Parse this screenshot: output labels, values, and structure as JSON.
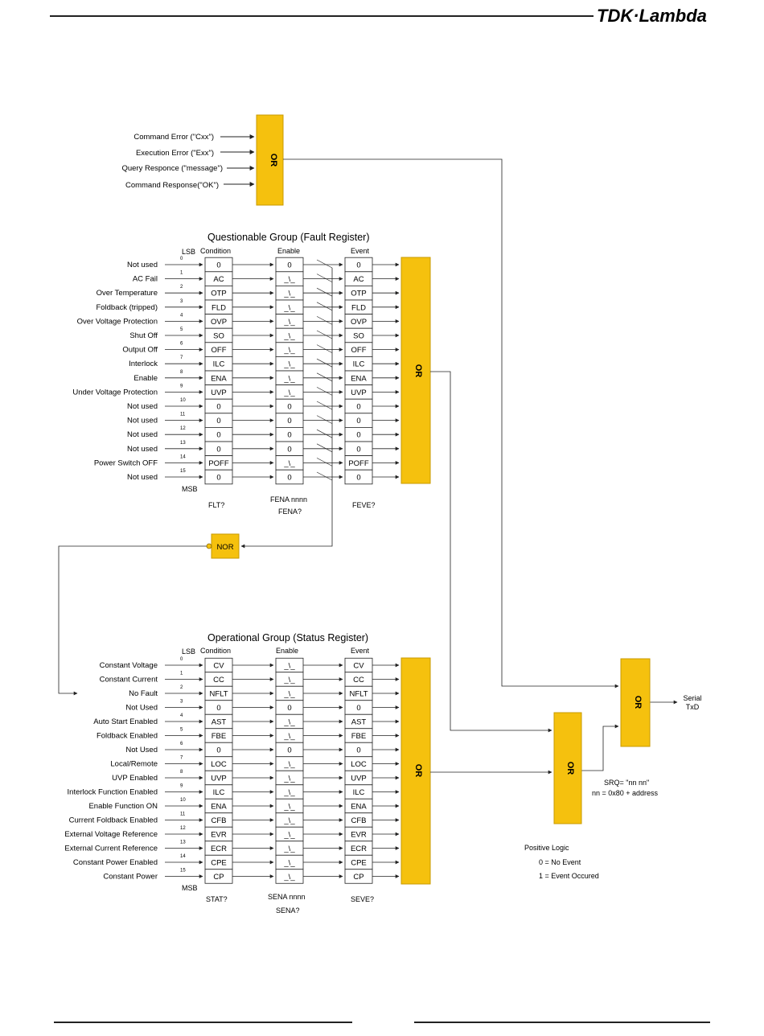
{
  "brand": {
    "logo_text": "TDK·Lambda"
  },
  "top_section": {
    "inputs": [
      "Command Error  (\"Cxx\")",
      "Execution Error (\"Exx\")",
      "Query Responce (\"message\")",
      "Command Response(\"OK\")"
    ],
    "gate_label": "OR"
  },
  "questionable": {
    "title": "Questionable Group (Fault Register)",
    "lsb": "LSB",
    "msb": "MSB",
    "col_condition": "Condition",
    "col_enable": "Enable",
    "col_event": "Event",
    "bits": [
      "0",
      "1",
      "2",
      "3",
      "4",
      "5",
      "6",
      "7",
      "8",
      "9",
      "10",
      "11",
      "12",
      "13",
      "14",
      "15"
    ],
    "inputs": [
      "Not used",
      "AC Fail",
      "Over Temperature",
      "Foldback (tripped)",
      "Over Voltage Protection",
      "Shut Off",
      "Output Off",
      "Interlock",
      "Enable",
      "Under Voltage Protection",
      "Not used",
      "Not used",
      "Not used",
      "Not used",
      "Power Switch OFF",
      "Not used"
    ],
    "condition": [
      "0",
      "AC",
      "OTP",
      "FLD",
      "OVP",
      "SO",
      "OFF",
      "ILC",
      "ENA",
      "UVP",
      "0",
      "0",
      "0",
      "0",
      "POFF",
      "0"
    ],
    "enable": [
      "0",
      "_\\_",
      "_\\_",
      "_\\_",
      "_\\_",
      "_\\_",
      "_\\_",
      "_\\_",
      "_\\_",
      "_\\_",
      "0",
      "0",
      "0",
      "0",
      "_\\_",
      "0"
    ],
    "event": [
      "0",
      "AC",
      "OTP",
      "FLD",
      "OVP",
      "SO",
      "OFF",
      "ILC",
      "ENA",
      "UVP",
      "0",
      "0",
      "0",
      "0",
      "POFF",
      "0"
    ],
    "cmd_condition": "FLT?",
    "cmd_enable_set": "FENA nnnn",
    "cmd_enable_query": "FENA?",
    "cmd_event": "FEVE?",
    "gate_label": "OR"
  },
  "nor_gate": {
    "label": "NOR"
  },
  "operational": {
    "title": "Operational Group (Status Register)",
    "lsb": "LSB",
    "msb": "MSB",
    "col_condition": "Condition",
    "col_enable": "Enable",
    "col_event": "Event",
    "bits": [
      "0",
      "1",
      "2",
      "3",
      "4",
      "5",
      "6",
      "7",
      "8",
      "9",
      "10",
      "11",
      "12",
      "13",
      "14",
      "15"
    ],
    "inputs": [
      "Constant Voltage",
      "Constant Current",
      "No Fault",
      "Not Used",
      "Auto Start Enabled",
      "Foldback Enabled",
      "Not Used",
      "Local/Remote",
      "UVP Enabled",
      "Interlock Function Enabled",
      "Enable Function ON",
      "Current Foldback Enabled",
      "External Voltage Reference",
      "External Current Reference",
      "Constant Power Enabled",
      "Constant Power"
    ],
    "condition": [
      "CV",
      "CC",
      "NFLT",
      "0",
      "AST",
      "FBE",
      "0",
      "LOC",
      "UVP",
      "ILC",
      "ENA",
      "CFB",
      "EVR",
      "ECR",
      "CPE",
      "CP"
    ],
    "enable": [
      "_\\_",
      "_\\_",
      "_\\_",
      "0",
      "_\\_",
      "_\\_",
      "0",
      "_\\_",
      "_\\_",
      "_\\_",
      "_\\_",
      "_\\_",
      "_\\_",
      "_\\_",
      "_\\_",
      "_\\_"
    ],
    "event": [
      "CV",
      "CC",
      "NFLT",
      "0",
      "AST",
      "FBE",
      "0",
      "LOC",
      "UVP",
      "ILC",
      "ENA",
      "CFB",
      "EVR",
      "ECR",
      "CPE",
      "CP"
    ],
    "cmd_condition": "STAT?",
    "cmd_enable_set": "SENA nnnn",
    "cmd_enable_query": "SENA?",
    "cmd_event": "SEVE?",
    "gate_label": "OR"
  },
  "srq_gate": {
    "label": "OR"
  },
  "output_gate": {
    "label": "OR",
    "output_label_1": "Serial",
    "output_label_2": "TxD"
  },
  "srq_note": {
    "line1": "SRQ= \"nn nn\"",
    "line2": "nn = 0x80 + address"
  },
  "legend": {
    "title": "Positive Logic",
    "line0": "0 = No Event",
    "line1": "1 = Event Occured"
  },
  "colors": {
    "gate_fill": "#F5C10E",
    "gate_stroke": "#C89A00",
    "line": "#222222"
  }
}
